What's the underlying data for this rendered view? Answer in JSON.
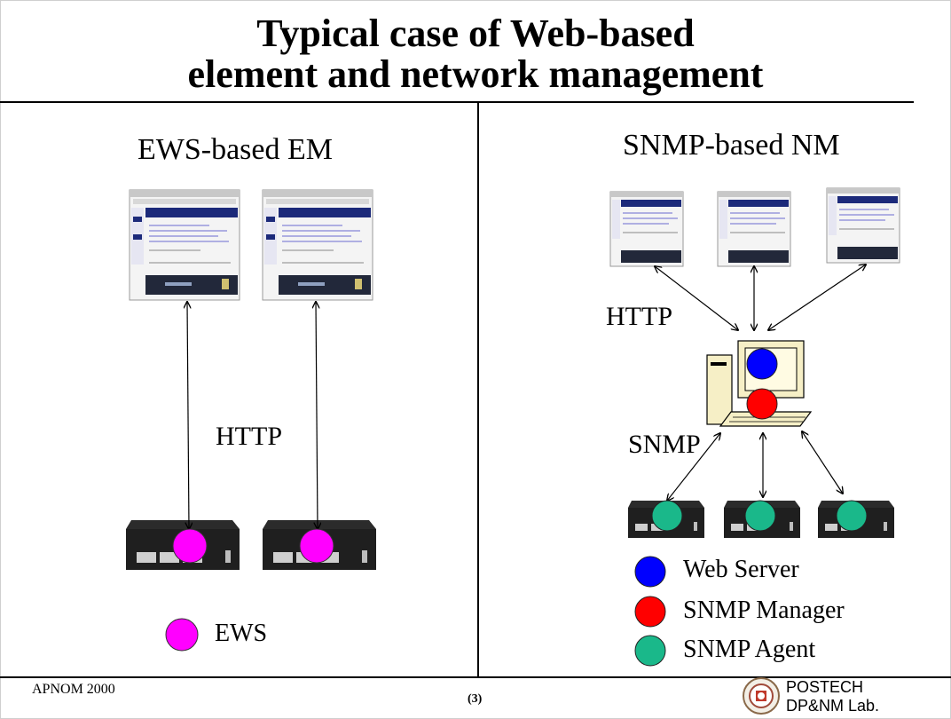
{
  "slide": {
    "title_line1": "Typical case of Web-based",
    "title_line2": "element and network management"
  },
  "left_panel": {
    "heading": "EWS-based EM",
    "protocol_label": "HTTP",
    "legend": [
      {
        "label": "EWS",
        "color": "#ff00ff"
      }
    ]
  },
  "right_panel": {
    "heading": "SNMP-based NM",
    "http_label": "HTTP",
    "snmp_label": "SNMP",
    "legend": [
      {
        "label": "Web Server",
        "color": "#0000ff"
      },
      {
        "label": "SNMP Manager",
        "color": "#ff0000"
      },
      {
        "label": "SNMP Agent",
        "color": "#1ab88a"
      }
    ]
  },
  "footer": {
    "left": "APNOM 2000",
    "page_number": "(3)",
    "logo_line1": "POSTECH",
    "logo_line2": "DP&NM Lab."
  },
  "colors": {
    "browser_bar": "#1c2a7a",
    "device_body": "#2b2b2b",
    "computer_beige": "#f6efc6"
  }
}
